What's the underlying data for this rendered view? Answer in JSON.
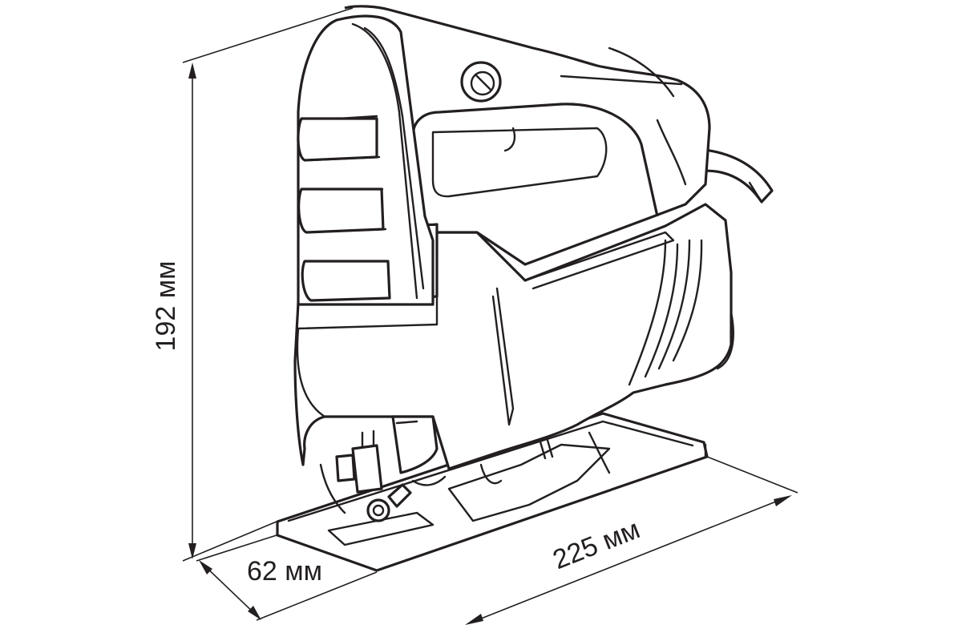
{
  "dimensions": {
    "height": "192 мм",
    "depth": "62 мм",
    "length": "225 мм"
  }
}
